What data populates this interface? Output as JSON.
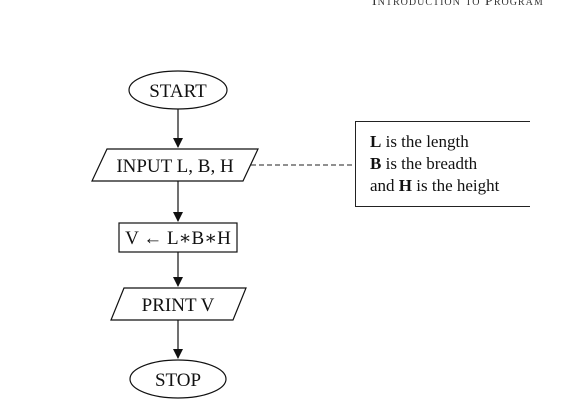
{
  "header": {
    "running_head": "Introduction to Program"
  },
  "flowchart": {
    "start": "START",
    "input": "INPUT L, B, H",
    "process": "V ← L∗B∗H",
    "output": "PRINT V",
    "stop": "STOP"
  },
  "note": {
    "lines": [
      {
        "var": "L",
        "text": " is the length",
        "prefix": ""
      },
      {
        "var": "B",
        "text": " is the breadth",
        "prefix": ""
      },
      {
        "var": "H",
        "text": " is the height",
        "prefix": "and "
      }
    ]
  }
}
